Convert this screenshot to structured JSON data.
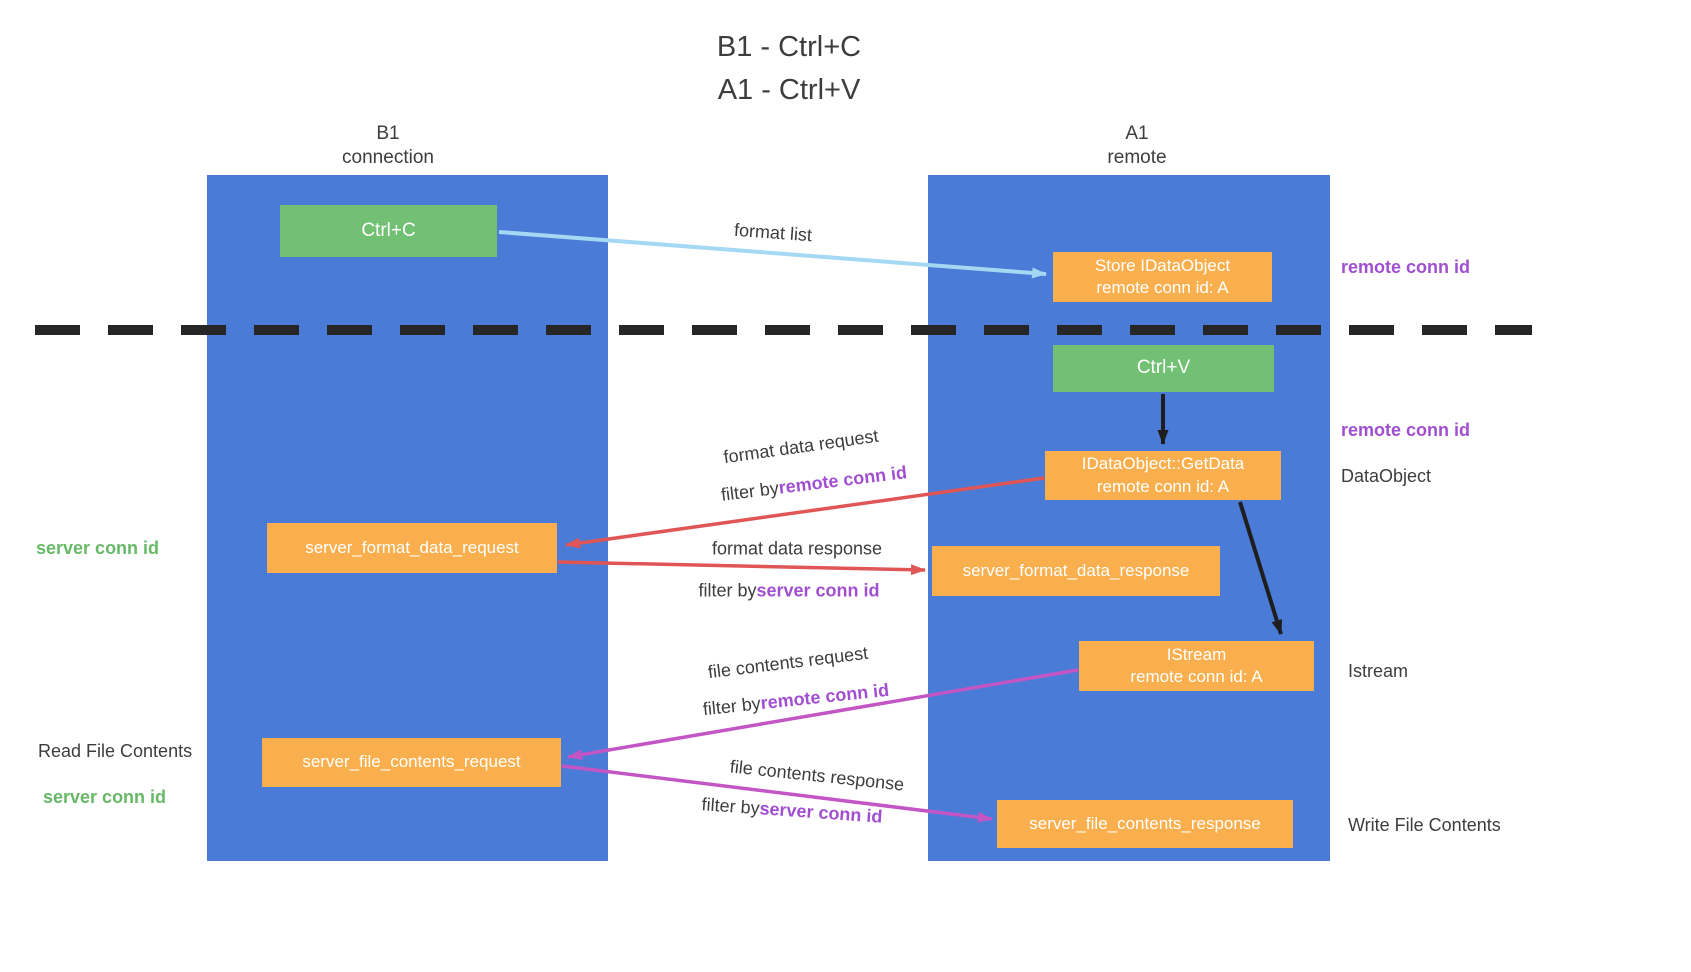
{
  "colors": {
    "lane_blue": "#4A7BD6",
    "node_green": "#72C074",
    "node_orange": "#F9AF4D",
    "arrow_light_blue": "#A5D8F3",
    "arrow_red": "#E05555",
    "arrow_magenta": "#C455C4",
    "arrow_black": "#1E1E1E",
    "text_purple": "#A04FD0",
    "text_green": "#67B867",
    "text_dark": "#3D3D3D"
  },
  "title": {
    "line1": "B1 - Ctrl+C",
    "line2": "A1 - Ctrl+V"
  },
  "lanes": {
    "left": {
      "name": "B1",
      "subtitle": "connection"
    },
    "right": {
      "name": "A1",
      "subtitle": "remote"
    }
  },
  "nodes": {
    "ctrl_c": {
      "label": "Ctrl+C"
    },
    "store_idataobject": {
      "line1": "Store IDataObject",
      "line2": "remote conn id: A"
    },
    "ctrl_v": {
      "label": "Ctrl+V"
    },
    "getdata": {
      "line1": "IDataObject::GetData",
      "line2": "remote conn id: A"
    },
    "server_format_data_request": {
      "label": "server_format_data_request"
    },
    "server_format_data_response": {
      "label": "server_format_data_response"
    },
    "istream": {
      "line1": "IStream",
      "line2": "remote conn id: A"
    },
    "server_file_contents_request": {
      "label": "server_file_contents_request"
    },
    "server_file_contents_response": {
      "label": "server_file_contents_response"
    }
  },
  "edge_labels": {
    "format_list": "format list",
    "format_data_request": "format data request",
    "format_data_response": "format data response",
    "file_contents_request": "file contents request",
    "file_contents_response": "file contents response",
    "filter_by": "filter by",
    "remote_conn_id": "remote conn id",
    "server_conn_id": "server conn id"
  },
  "annotations": {
    "remote_conn_id_top": "remote conn id",
    "remote_conn_id_mid": "remote conn id",
    "dataobject": "DataObject",
    "istream": "Istream",
    "write_file_contents": "Write File Contents",
    "server_conn_id_top": "server conn id",
    "read_file_contents": "Read File Contents",
    "server_conn_id_bottom": "server conn id"
  }
}
